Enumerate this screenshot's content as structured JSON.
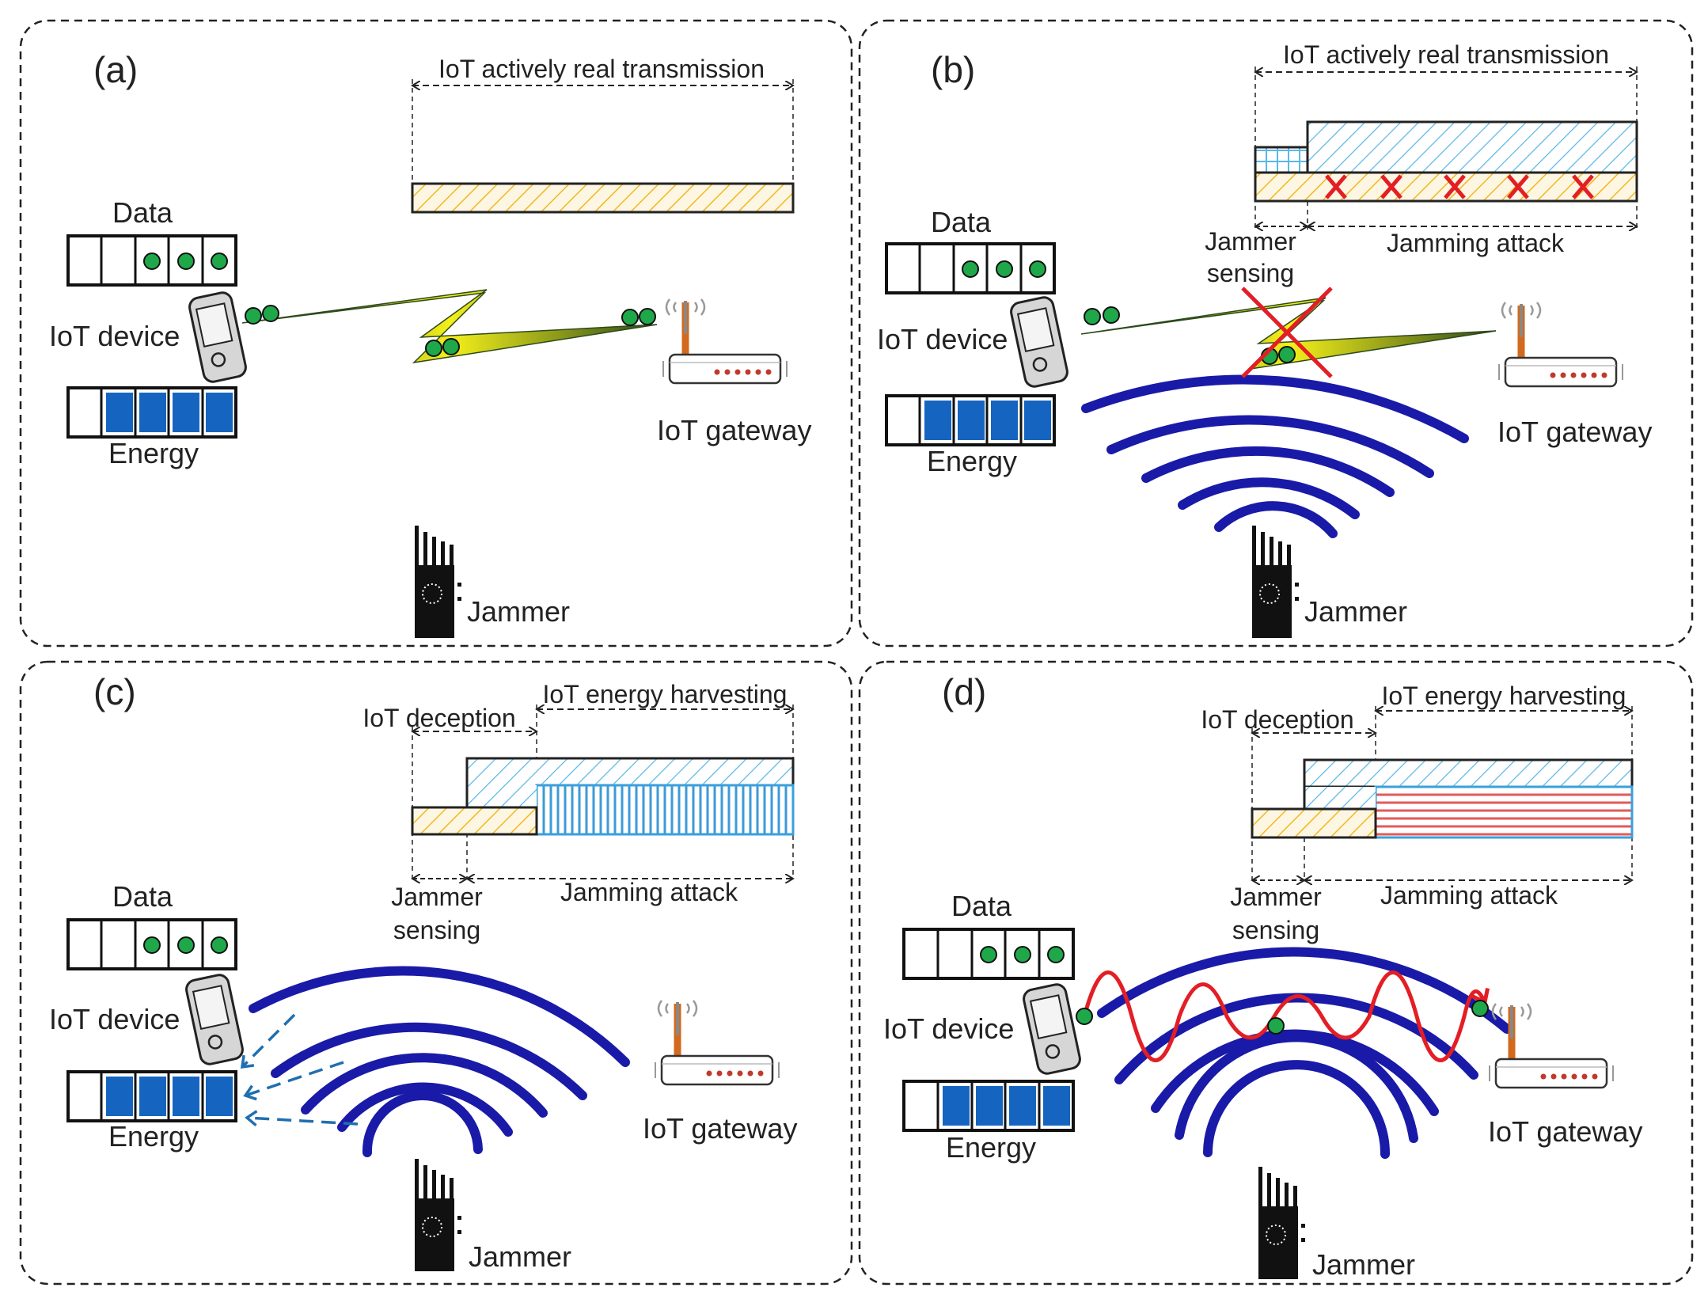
{
  "panels": {
    "a": {
      "tag": "(a)",
      "data_label": "Data",
      "device_label": "IoT device",
      "energy_label": "Energy",
      "gateway_label": "IoT gateway",
      "jammer_label": "Jammer",
      "tx_label": "IoT actively real transmission"
    },
    "b": {
      "tag": "(b)",
      "data_label": "Data",
      "device_label": "IoT device",
      "energy_label": "Energy",
      "gateway_label": "IoT gateway",
      "jammer_label": "Jammer",
      "tx_label": "IoT actively real transmission",
      "sensing_label_1": "Jammer",
      "sensing_label_2": "sensing",
      "attack_label": "Jamming attack"
    },
    "c": {
      "tag": "(c)",
      "data_label": "Data",
      "device_label": "IoT device",
      "energy_label": "Energy",
      "gateway_label": "IoT gateway",
      "jammer_label": "Jammer",
      "deception_label": "IoT deception",
      "harvest_label": "IoT energy harvesting",
      "sensing_label_1": "Jammer",
      "sensing_label_2": "sensing",
      "attack_label": "Jamming attack"
    },
    "d": {
      "tag": "(d)",
      "data_label": "Data",
      "device_label": "IoT device",
      "energy_label": "Energy",
      "gateway_label": "IoT gateway",
      "jammer_label": "Jammer",
      "deception_label": "IoT deception",
      "harvest_label": "IoT energy harvesting",
      "sensing_label_1": "Jammer",
      "sensing_label_2": "sensing",
      "attack_label": "Jamming attack"
    }
  },
  "colors": {
    "data_dot": "#1fa84a",
    "energy_block": "#1565c0",
    "jam_wave": "#1a1aa8",
    "cross": "#e31e24",
    "lightning": "#f2ee1a",
    "hatch_yellow": "#f2b81e",
    "hatch_blue": "#5bb8e6",
    "hatch_red": "#e35a5a"
  },
  "icons": [
    "smartphone-icon",
    "router-icon",
    "jammer-icon",
    "lightning-icon",
    "cross-icon"
  ]
}
